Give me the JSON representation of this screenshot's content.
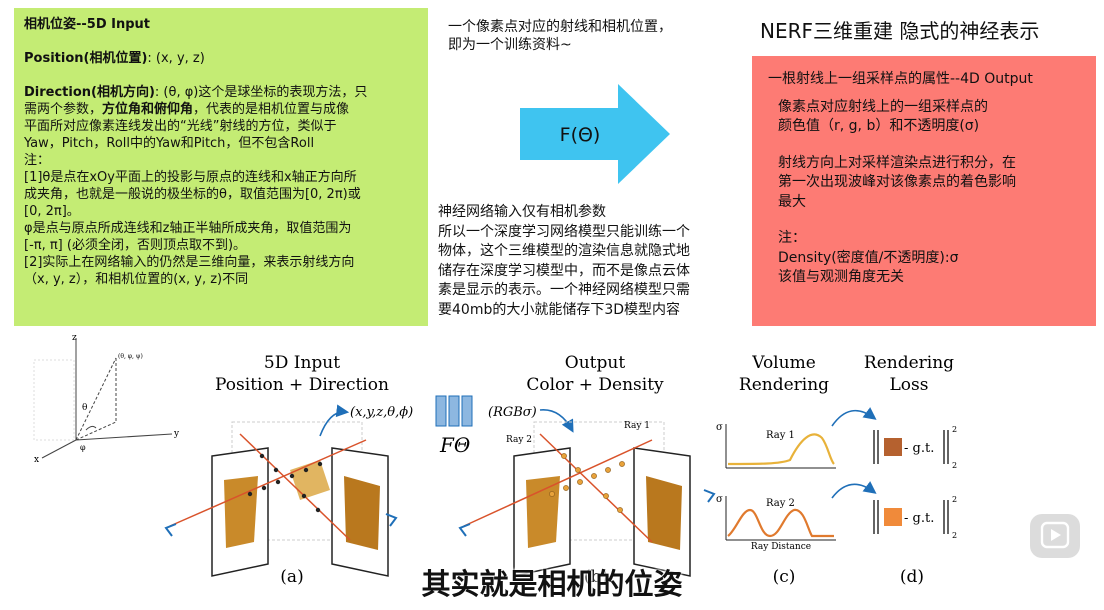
{
  "left_panel": {
    "heading": "相机位姿--5D Input",
    "position_label": "Position(相机位置)",
    "position_value": ": (x, y, z)",
    "direction_label": "Direction(相机方向)",
    "direction_text_a": ": (θ, φ)这个是球坐标的表现方法，只",
    "direction_text_b": "需两个参数，",
    "direction_bold_b": "方位角和俯仰角",
    "direction_text_c": "，代表的是相机位置与成像",
    "lines": [
      "平面所对应像素连线发出的“光线”射线的方位，类似于",
      "Yaw，Pitch，Roll中的Yaw和Pitch，但不包含Roll",
      "注：",
      "[1]θ是点在xOy平面上的投影与原点的连线和x轴正方向所",
      "成夹角，也就是一般说的极坐标的θ，取值范围为[0, 2π)或",
      "[0, 2π]。",
      "φ是点与原点所成连线和z轴正半轴所成夹角，取值范围为",
      "[-π, π] (必须全闭，否则顶点取不到)。",
      "[2]实际上在网络输入的仍然是三维向量，来表示射线方向",
      "（x, y, z），和相机位置的(x, y, z)不同"
    ]
  },
  "mid_top": [
    "一个像素点对应的射线和相机位置，",
    "即为一个训练资料~"
  ],
  "arrow_label": "F(Θ)",
  "mid_bottom": [
    "神经网络输入仅有相机参数",
    "所以一个深度学习网络模型只能训练一个",
    "物体，这个三维模型的渲染信息就隐式地",
    "储存在深度学习模型中，而不是像点云体",
    "素是显示的表示。一个神经网络模型只需",
    "要40mb的大小就能储存下3D模型内容"
  ],
  "right_title": "NERF三维重建 隐式的神经表示",
  "right_panel": {
    "heading": "一根射线上一组采样点的属性--4D Output",
    "p1": [
      "像素点对应射线上的一组采样点的",
      "颜色值（r, g, b）和不透明度(σ)"
    ],
    "p2": [
      "射线方向上对采样渲染点进行积分，在",
      "第一次出现波峰对该像素点的着色影响",
      "最大"
    ],
    "note": "注：",
    "p3": [
      "Density(密度值/不透明度):σ",
      "该值与观测角度无关"
    ]
  },
  "figure": {
    "labels": {
      "input_title": "5D Input",
      "input_sub": "Position + Direction",
      "input_tuple": "(x,y,z,θ,ϕ)",
      "net_label": "FΘ",
      "output_tuple": "(RGBσ)",
      "output_title": "Output",
      "output_sub": "Color + Density",
      "volume_title": "Volume",
      "volume_sub": "Rendering",
      "loss_title": "Rendering",
      "loss_sub": "Loss",
      "ray1": "Ray 1",
      "ray2": "Ray 2",
      "ray_distance": "Ray Distance",
      "sigma": "σ",
      "gt": "- g.t.",
      "sup2": "2",
      "cap_a": "(a)",
      "cap_b": "(b)",
      "cap_c": "(c)",
      "cap_d": "(d)",
      "axis_x": "x",
      "axis_y": "y",
      "axis_z": "z",
      "axis_theta": "θ",
      "axis_phi": "φ",
      "point": "(θ, φ, ψ)"
    },
    "colors": {
      "accent_blue": "#1f6fb8",
      "ray_red": "#d9532b",
      "ray1_swatch": "#b5612f",
      "ray2_swatch": "#f08a3a"
    }
  },
  "subtitle": "其实就是相机的位姿"
}
